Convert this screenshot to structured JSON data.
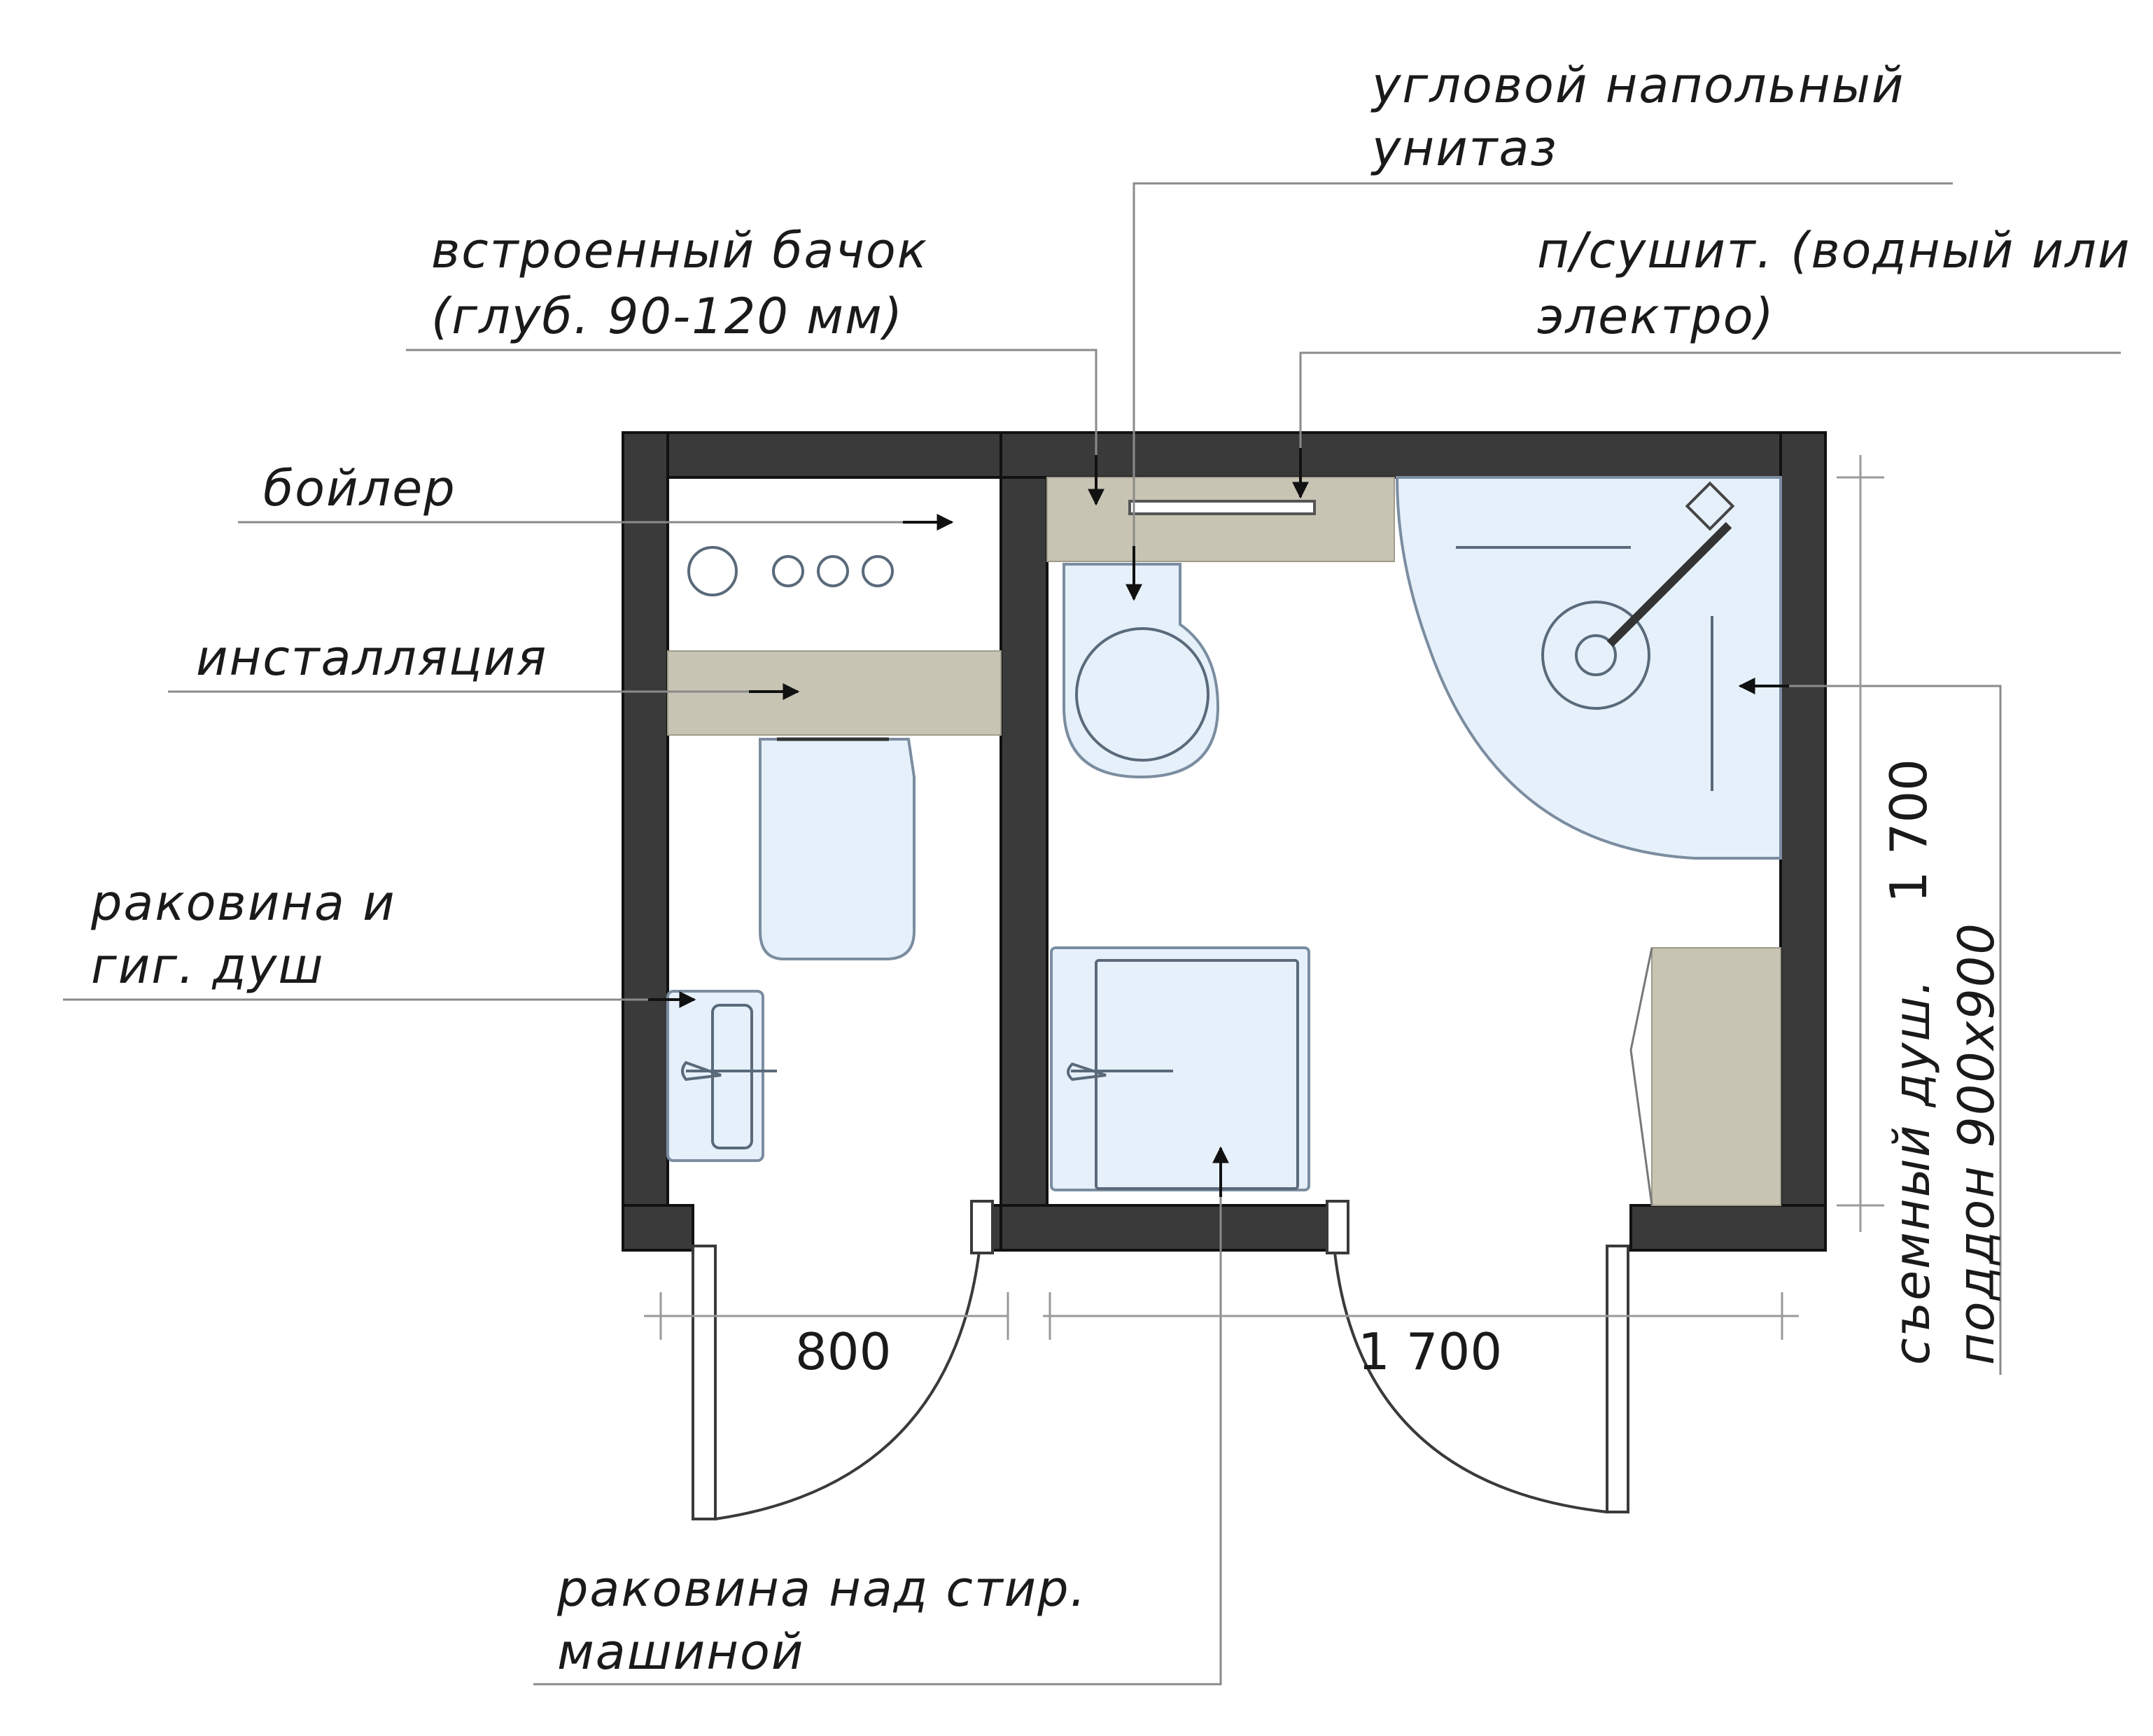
{
  "labels": {
    "corner_toilet_line1": "угловой напольный",
    "corner_toilet_line2": "унитаз",
    "cistern_line1": "встроенный бачок",
    "cistern_line2": "(глуб. 90-120 мм)",
    "towel_line1": "п/сушит. (водный или",
    "towel_line2": "электро)",
    "boiler": "бойлер",
    "installation": "инсталляция",
    "sink_line1": "раковина и",
    "sink_line2": "гиг. душ",
    "washer_sink_line1": "раковина над стир.",
    "washer_sink_line2": "машиной",
    "shower_line1": "съемный душ.",
    "shower_line2": "поддон 900х900"
  },
  "dimensions": {
    "left_width": "800",
    "right_width": "1 700",
    "right_depth": "1 700"
  },
  "icons": {
    "arrow": "arrow-icon",
    "door": "door-swing-icon"
  },
  "colors": {
    "wall": "#3a3a3a",
    "fixture": "#e6f0fa",
    "installation": "#c8c4b4"
  }
}
